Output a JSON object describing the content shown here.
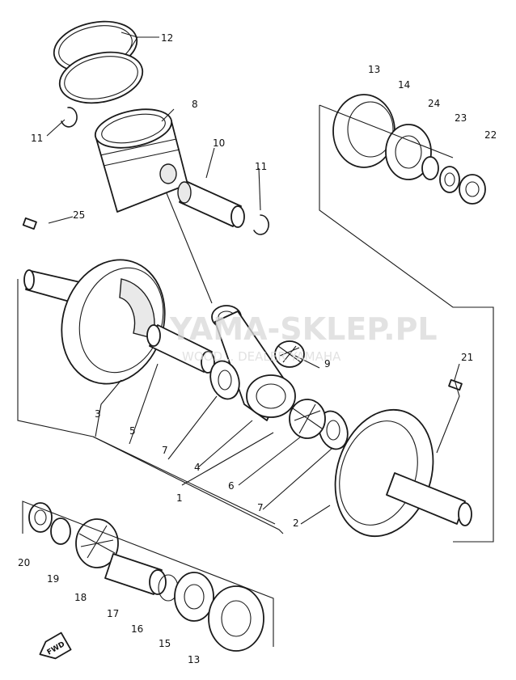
{
  "labels": {
    "l1": "1",
    "l2": "2",
    "l3": "3",
    "l4": "4",
    "l5": "5",
    "l6": "6",
    "l7a": "7",
    "l7b": "7",
    "l8": "8",
    "l9": "9",
    "l10": "10",
    "l11a": "11",
    "l11b": "11",
    "l12": "12",
    "l13a": "13",
    "l13b": "13",
    "l14": "14",
    "l15": "15",
    "l16": "16",
    "l17": "17",
    "l18": "18",
    "l19": "19",
    "l20": "20",
    "l21": "21",
    "l22": "22",
    "l23": "23",
    "l24": "24",
    "l25": "25"
  },
  "watermark": {
    "title": "YAMA-SKLEP.PL",
    "subtitle": "WOOD... DEALER YAMAHA",
    "color": "#e8a0a0"
  },
  "direction_marker": "FWD"
}
